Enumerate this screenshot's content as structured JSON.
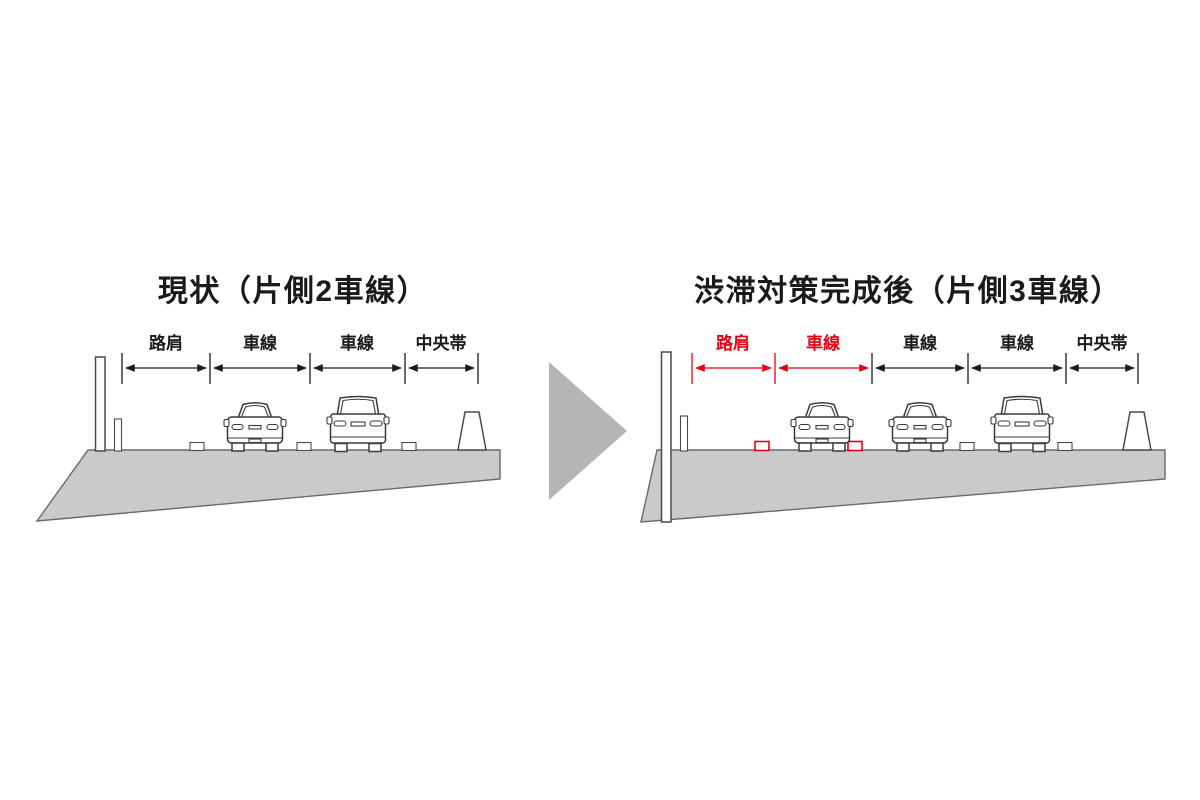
{
  "figure": {
    "background": "#ffffff",
    "arrow_color": "#b5b5b5"
  },
  "left": {
    "title": "現状（片側2車線）",
    "lanes_per_side": 2,
    "dim_labels": [
      {
        "text": "路肩",
        "color": "#1a1a1a"
      },
      {
        "text": "車線",
        "color": "#1a1a1a"
      },
      {
        "text": "車線",
        "color": "#1a1a1a"
      },
      {
        "text": "中央帯",
        "color": "#1a1a1a"
      }
    ]
  },
  "right": {
    "title": "渋滞対策完成後（片側3車線）",
    "lanes_per_side": 3,
    "dim_labels": [
      {
        "text": "路肩",
        "color": "#e60012"
      },
      {
        "text": "車線",
        "color": "#e60012"
      },
      {
        "text": "車線",
        "color": "#1a1a1a"
      },
      {
        "text": "車線",
        "color": "#1a1a1a"
      },
      {
        "text": "中央帯",
        "color": "#1a1a1a"
      }
    ]
  },
  "colors": {
    "road_gray": "#cacaca",
    "outline": "#4a4a4a",
    "dimension": "#1a1a1a",
    "highlight_red": "#e60012",
    "arrow_gray": "#b5b5b5"
  }
}
